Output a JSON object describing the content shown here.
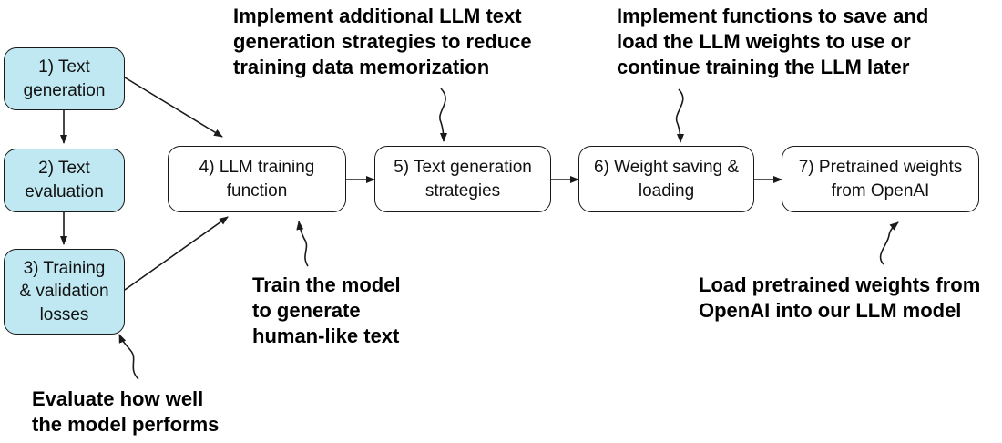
{
  "boxes": {
    "text_generation": "1) Text\ngeneration",
    "text_evaluation": "2) Text\nevaluation",
    "training_losses": "3) Training\n& validation\nlosses",
    "llm_training": "4) LLM training\nfunction",
    "generation_strategies": "5) Text generation\nstrategies",
    "weight_saving": "6) Weight saving &\nloading",
    "pretrained_weights": "7) Pretrained weights\nfrom OpenAI"
  },
  "annotations": {
    "generation_strategies_note": "Implement additional LLM text\ngeneration strategies to reduce\ntraining data memorization",
    "weight_saving_note": "Implement functions to save and\nload the LLM weights to use or\ncontinue training the LLM later",
    "training_note": "Train the model\nto generate\nhuman-like text",
    "evaluation_note": "Evaluate how well\nthe model performs",
    "pretrained_note": "Load pretrained weights from\nOpenAI into our LLM model"
  },
  "colors": {
    "step_fill": "#bfe8f2",
    "stage_fill": "#ffffff",
    "stroke": "#1a1a1a"
  }
}
